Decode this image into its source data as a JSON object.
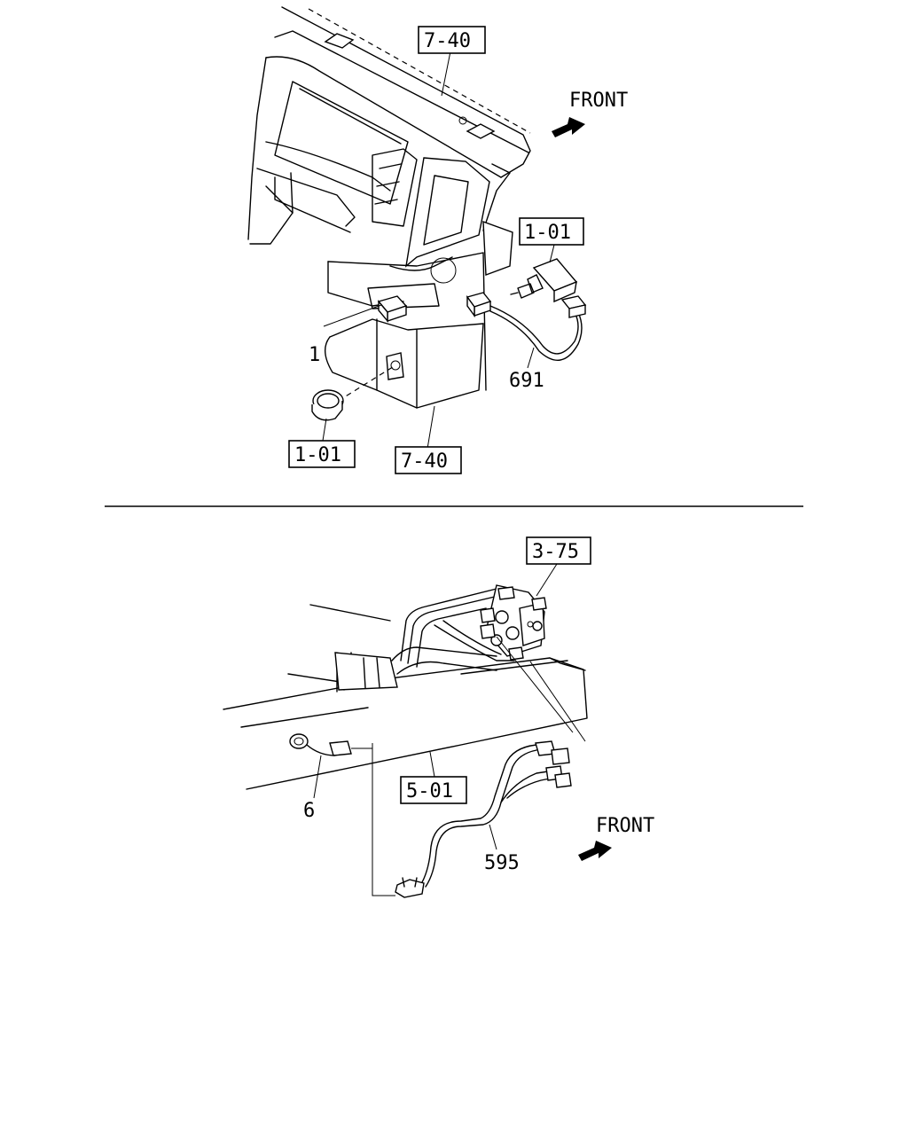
{
  "upper": {
    "ref_top": "7-40",
    "ref_switch": "1-01",
    "ref_knob": "1-01",
    "ref_bottom": "7-40",
    "num_1": "1",
    "num_691": "691",
    "front": "FRONT"
  },
  "lower": {
    "ref_valve": "3-75",
    "ref_frame": "5-01",
    "num_6": "6",
    "num_595": "595",
    "front": "FRONT"
  }
}
